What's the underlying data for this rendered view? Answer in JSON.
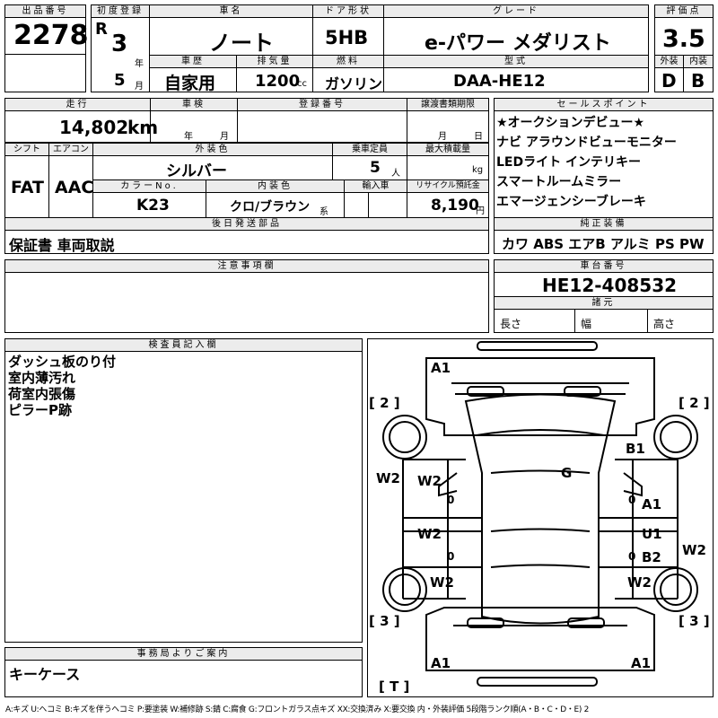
{
  "header": {
    "lot_label": "出品番号",
    "lot": "2278",
    "first_reg_label": "初度登録",
    "era": "R",
    "year": "3",
    "year_unit": "年",
    "month": "5",
    "month_unit": "月",
    "car_name_label": "車名",
    "car_name": "ノート",
    "door_label": "ドア形状",
    "door": "5HB",
    "grade_label": "グレード",
    "grade": "e-パワー メダリスト",
    "score_label": "評価点",
    "score": "3.5",
    "history_label": "車歴",
    "history": "自家用",
    "displacement_label": "排気量",
    "displacement": "1200",
    "displacement_unit": "cc",
    "fuel_label": "燃料",
    "fuel": "ガソリン",
    "model_label": "型式",
    "model": "DAA-HE12",
    "ext_label": "外装",
    "ext_score": "D",
    "int_label": "内装",
    "int_score": "B"
  },
  "specs": {
    "mileage_label": "走行",
    "mileage": "14,802",
    "mileage_unit": "km",
    "inspection_label": "車検",
    "inspection_year_unit": "年",
    "inspection_month_unit": "月",
    "regno_label": "登録番号",
    "transfer_label": "譲渡書類期限",
    "transfer_month_unit": "月",
    "transfer_day_unit": "日",
    "shift_label": "シフト",
    "shift": "FAT",
    "ac_label": "エアコン",
    "ac": "AAC",
    "color_label": "外装色",
    "color": "シルバー",
    "capacity_label": "乗車定員",
    "capacity": "5",
    "capacity_unit": "人",
    "load_label": "最大積載量",
    "load_unit": "kg",
    "color_no_label": "カラーNo.",
    "color_no": "K23",
    "interior_label": "内装色",
    "interior": "クロ/ブラウン",
    "interior_suffix": "系",
    "import_label": "輸入車",
    "recycle_label": "リサイクル預託金",
    "recycle": "8,190",
    "recycle_unit": "円",
    "later_label": "後日発送部品",
    "later": "保証書 車両取説",
    "notes_label": "注意事項欄"
  },
  "sales": {
    "label": "セールスポイント",
    "items": [
      "★オークションデビュー★",
      "ナビ アラウンドビューモニター",
      "LEDライト インテリキー",
      "スマートルームミラー",
      "エマージェンシーブレーキ"
    ],
    "equip_label": "純正装備",
    "equip": "カワ ABS エアB アルミ PS PW",
    "chassis_label": "車台番号",
    "chassis": "HE12-408532",
    "dims_label": "諸元",
    "length_label": "長さ",
    "width_label": "幅",
    "height_label": "高さ"
  },
  "inspector": {
    "label": "検査員記入欄",
    "notes": [
      "ダッシュ板のり付",
      "室内薄汚れ",
      "荷室内張傷",
      "ピラーP跡"
    ]
  },
  "office": {
    "label": "事務局よりご案内",
    "text": "キーケース"
  },
  "diagram": {
    "marks": {
      "a1_front_left": "A1",
      "left_bracket_top": "[ 2 ]",
      "right_bracket_top": "[ 2 ]",
      "b1": "B1",
      "g": "G",
      "w2_left_outer": "W2",
      "w2_front_door_l": "W2",
      "zero_1": "0",
      "zero_2": "0",
      "a1_right_door": "A1",
      "w2_rear_door_l": "W2",
      "u1": "U1",
      "b2": "B2",
      "zero_3": "0",
      "zero_4": "0",
      "w2_right_outer": "W2",
      "w2_rear_l": "W2",
      "w2_rear_r": "W2",
      "left_bracket_bottom": "[ 3 ]",
      "right_bracket_bottom": "[ 3 ]",
      "a1_rear_left": "A1",
      "a1_rear_right": "A1",
      "trunk": "[ T ]"
    }
  },
  "legend": "A:キズ U:ヘコミ B:キズを伴うヘコミ P:要塗装 W:補修跡 S:錆 C:腐食 G:フロントガラス点キズ XX:交換済み X:要交換 内・外装評価 5段階ランク順(A・B・C・D・E) 2"
}
